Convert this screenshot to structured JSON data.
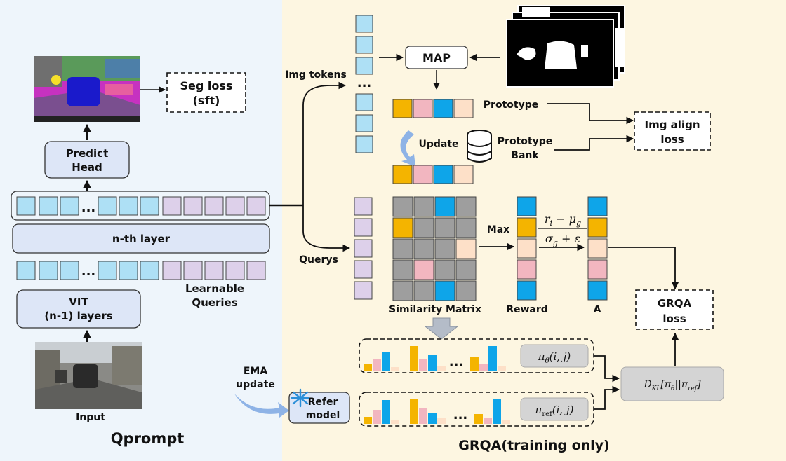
{
  "left_panel": {
    "title": "Qprompt",
    "seg_loss_line1": "Seg loss",
    "seg_loss_line2": "(sft)",
    "predict_head_line1": "Predict",
    "predict_head_line2": "Head",
    "nth_layer": "n-th layer",
    "vit_line1": "VIT",
    "vit_line2": "(n-1) layers",
    "learnable_line1": "Learnable",
    "learnable_line2": "Queries",
    "input_label": "Input",
    "ellipsis": "..."
  },
  "right_panel": {
    "title": "GRQA(training only)",
    "img_tokens": "Img tokens",
    "map": "MAP",
    "prototype": "Prototype",
    "update": "Update",
    "prototype_bank_line1": "Prototype",
    "prototype_bank_line2": "Bank",
    "img_align_line1": "Img align",
    "img_align_line2": "loss",
    "querys": "Querys",
    "similarity_matrix": "Similarity Matrix",
    "max": "Max",
    "reward": "Reward",
    "advantage": "A",
    "formula_num": "r",
    "formula_num_sub": "i",
    "formula_minus": " − μ",
    "formula_minus_sub": "g",
    "formula_den": "σ",
    "formula_den_sub": "g",
    "formula_den_tail": " + ε",
    "grqa_loss_line1": "GRQA",
    "grqa_loss_line2": "loss",
    "pi_theta": "π",
    "pi_theta_sub": "θ",
    "pi_theta_args": "(i, j)",
    "pi_ref": "π",
    "pi_ref_sub": "ref",
    "pi_ref_args": "(i, j)",
    "kl_D": "D",
    "kl_D_sub": "KL",
    "kl_open": "[π",
    "kl_theta_sub": "θ",
    "kl_mid": "||π",
    "kl_ref_sub": "ref",
    "kl_close": "]",
    "ema_line1": "EMA",
    "ema_line2": "update",
    "refer_line1": "Refer",
    "refer_line2": "model",
    "ellipsis": "..."
  },
  "colors": {
    "left_bg": "#eef5fb",
    "right_bg": "#fdf6e1",
    "token_blue": "#aee0f5",
    "token_purple": "#ddd0ea",
    "box_fill": "#dde6f7",
    "gold": "#f4b400",
    "pink": "#f2b6c0",
    "blue": "#0ea5e9",
    "peach": "#fde0c8",
    "gray": "#9e9e9e"
  }
}
